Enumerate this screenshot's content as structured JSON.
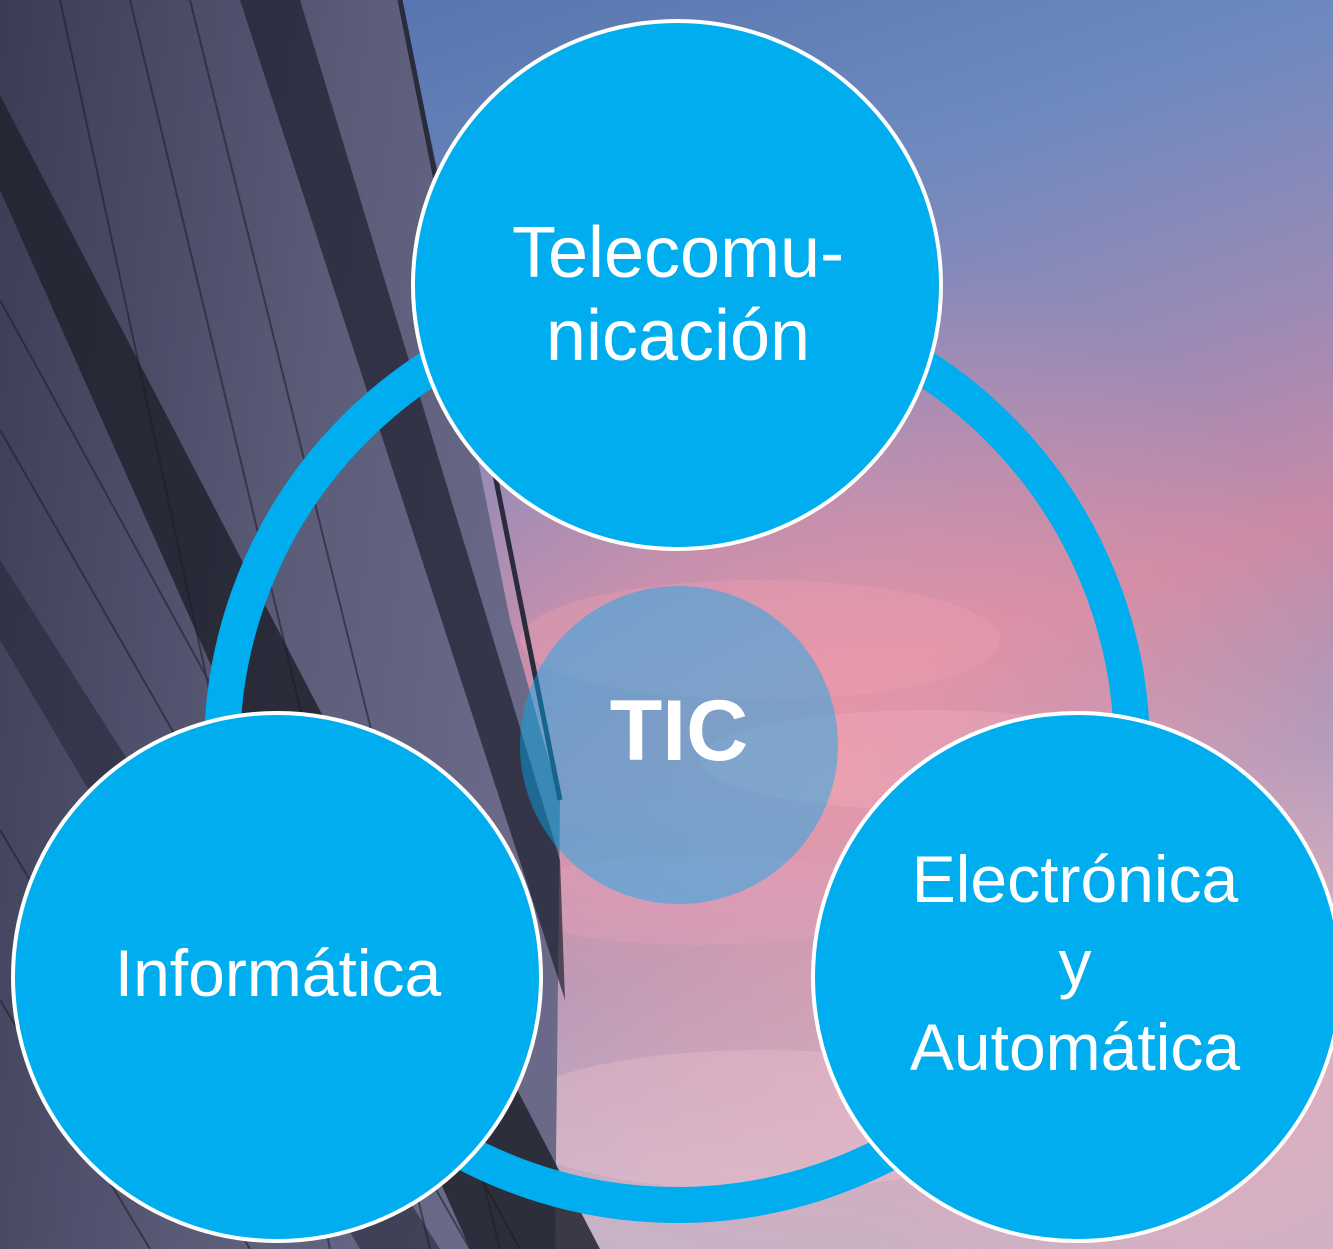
{
  "diagram": {
    "center": {
      "label": "TIC"
    },
    "nodes": [
      {
        "id": "telecom",
        "lines": [
          "Telecomu-",
          "nicación"
        ]
      },
      {
        "id": "informatica",
        "lines": [
          "Informática"
        ]
      },
      {
        "id": "electronica",
        "lines": [
          "Electrónica",
          "y",
          "Automática"
        ]
      }
    ],
    "colors": {
      "node_fill": "#00adef",
      "node_stroke": "#ffffff",
      "ring": "#00adef",
      "text": "#ffffff"
    }
  }
}
